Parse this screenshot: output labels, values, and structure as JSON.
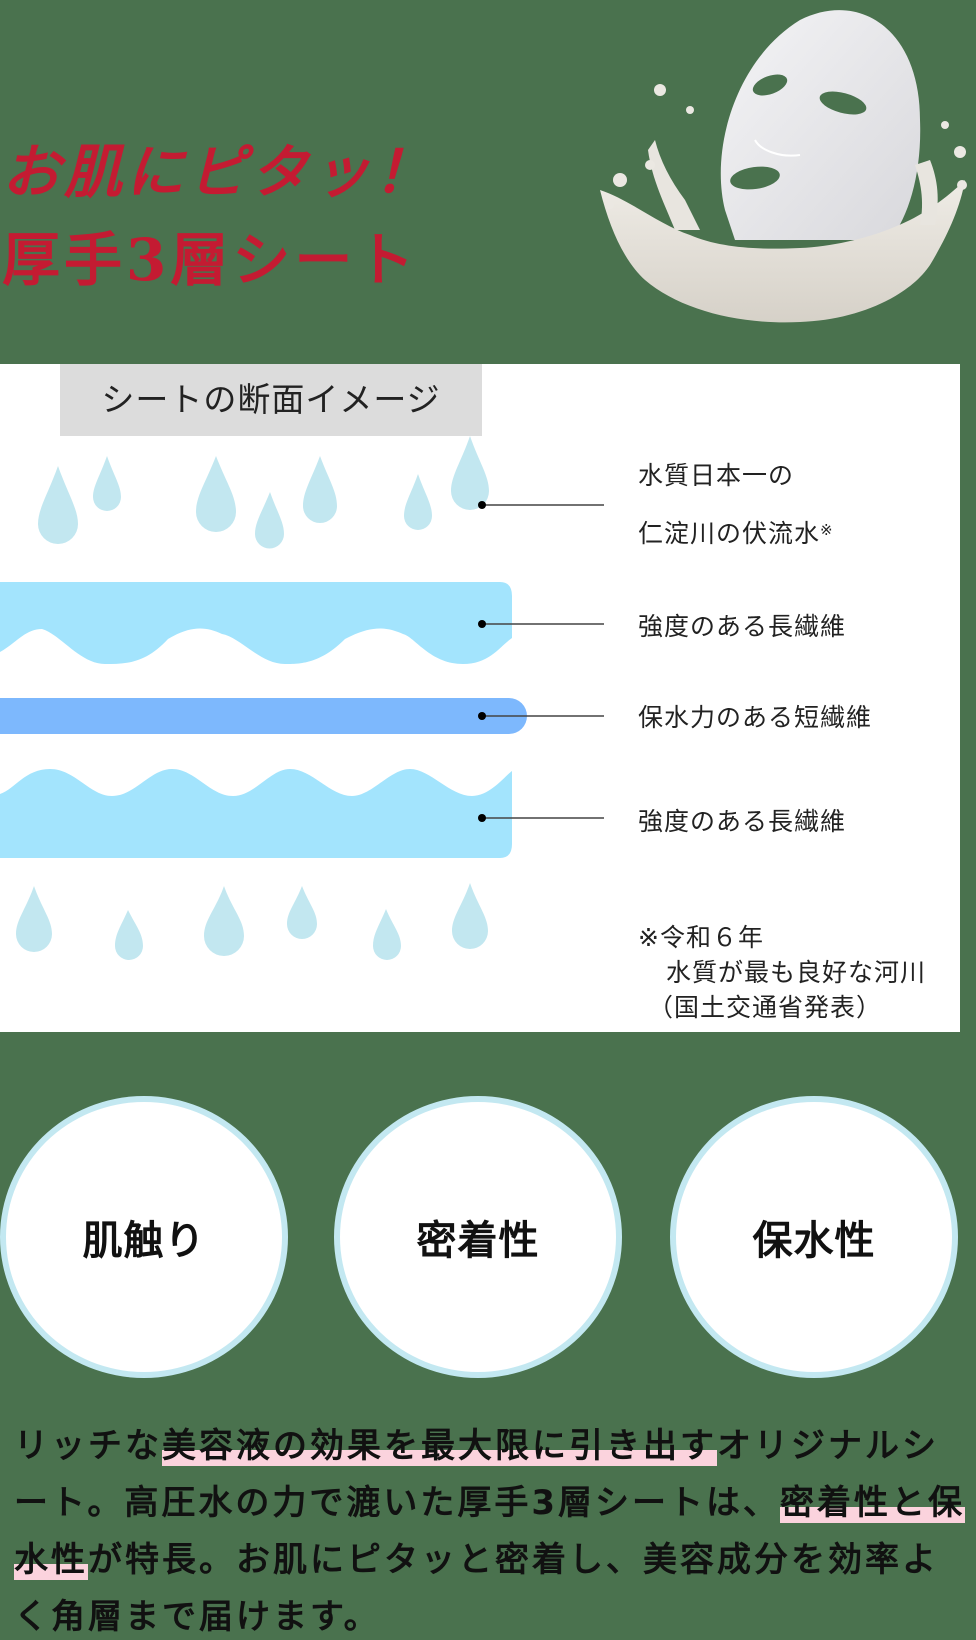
{
  "headline": {
    "line1": "お肌にピタッ！",
    "line2": "厚手3層シート",
    "color": "#c41b32"
  },
  "illustration": {
    "icon": "face-mask-milk-splash-icon"
  },
  "diagram": {
    "title": "シートの断面イメージ",
    "layers": [
      {
        "id": "water",
        "label_line1": "水質日本一の",
        "label_line2": "仁淀川の伏流水",
        "mark": "※",
        "color": "#c2e7f0"
      },
      {
        "id": "long-fiber-top",
        "label": "強度のある長繊維",
        "color": "#a3e4fd"
      },
      {
        "id": "short-fiber",
        "label": "保水力のある短繊維",
        "color": "#7db8fd"
      },
      {
        "id": "long-fiber-bottom",
        "label": "強度のある長繊維",
        "color": "#a3e4fd"
      }
    ],
    "footnote": {
      "line1": "※令和６年",
      "line2": "水質が最も良好な河川",
      "line3": "（国土交通省発表）"
    }
  },
  "features": [
    {
      "label": "肌触り"
    },
    {
      "label": "密着性"
    },
    {
      "label": "保水性"
    }
  ],
  "description": {
    "segments": [
      {
        "text": "リッチな",
        "highlight": false
      },
      {
        "text": "美容液の効果を最大限に引き出す",
        "highlight": true
      },
      {
        "text": "オリジナルシート。高圧水の力で漉いた厚手3層シートは、",
        "highlight": false
      },
      {
        "text": "密着性と保水性",
        "highlight": true
      },
      {
        "text": "が特長。お肌にピタッと密着し、美容成分を効率よく角層まで届けます。",
        "highlight": false
      }
    ],
    "highlight_color": "#fbd3dd"
  },
  "colors": {
    "background": "#4a724e",
    "panel": "#ffffff",
    "title_box": "#dcdcdc",
    "circle_border": "#c3e8f1"
  }
}
